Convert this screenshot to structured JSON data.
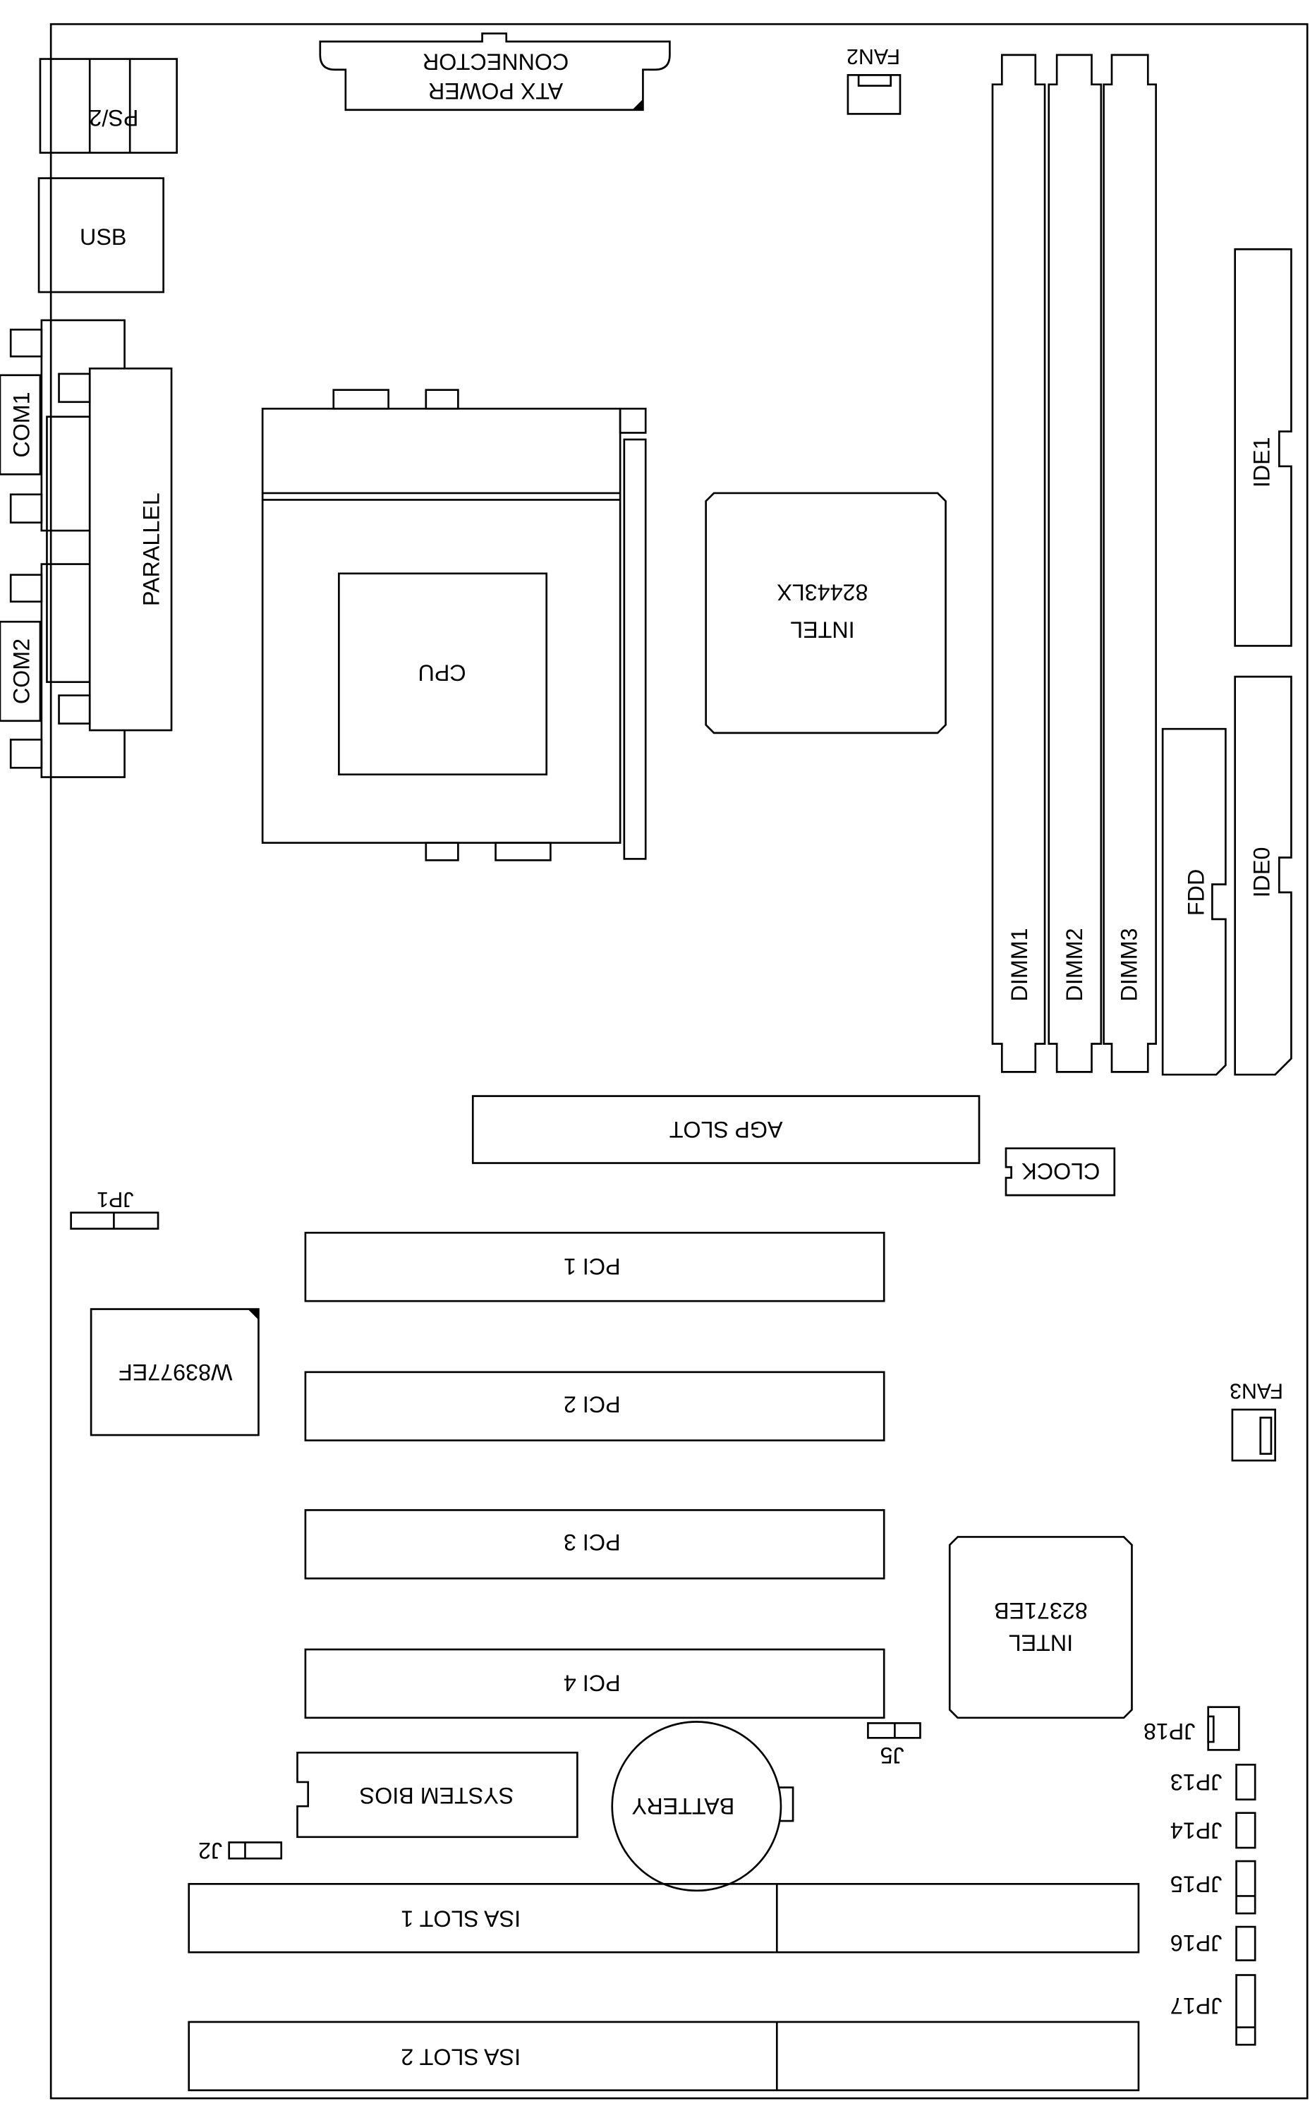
{
  "labels": {
    "ps2": "PS/2",
    "usb": "USB",
    "com1": "COM1",
    "com2": "COM2",
    "parallel": "PARALLEL",
    "atx_line1": "ATX POWER",
    "atx_line2": "CONNECTOR",
    "fan2": "FAN2",
    "fan3": "FAN3",
    "cpu": "CPU",
    "nb_line1": "INTEL",
    "nb_line2": "82443LX",
    "dimm1": "DIMM1",
    "dimm2": "DIMM2",
    "dimm3": "DIMM3",
    "fdd": "FDD",
    "ide0": "IDE0",
    "ide1": "IDE1",
    "agp": "AGP SLOT",
    "clock": "CLOCK",
    "jp1": "JP1",
    "superio": "W83977EF",
    "pci1": "PCI 1",
    "pci2": "PCI 2",
    "pci3": "PCI 3",
    "pci4": "PCI 4",
    "sb_line1": "INTEL",
    "sb_line2": "82371EB",
    "jp18": "JP18",
    "jp13": "JP13",
    "jp14": "JP14",
    "jp15": "JP15",
    "jp16": "JP16",
    "jp17": "JP17",
    "j5": "J5",
    "bios": "SYSTEM BIOS",
    "battery": "BATTERY",
    "j2": "J2",
    "isa1": "ISA SLOT 1",
    "isa2": "ISA SLOT 2"
  },
  "colors": {
    "line": "#000000",
    "background": "#ffffff"
  }
}
